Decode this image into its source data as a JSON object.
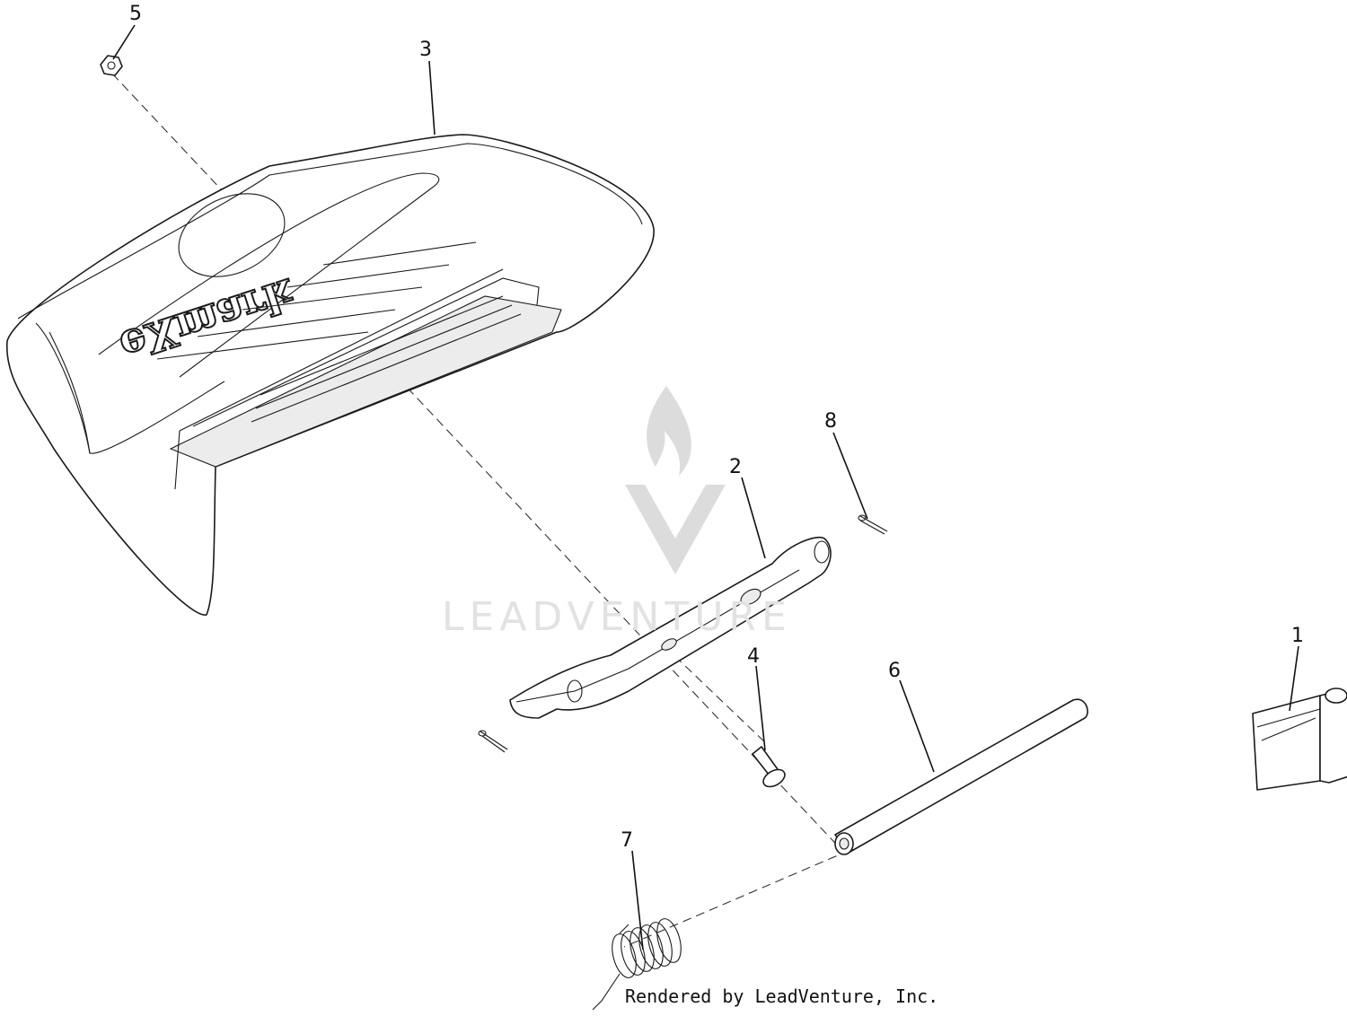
{
  "diagram": {
    "brand_lettering": "eXmark",
    "callouts": [
      {
        "id": "1",
        "label": "1"
      },
      {
        "id": "2",
        "label": "2"
      },
      {
        "id": "3",
        "label": "3"
      },
      {
        "id": "4",
        "label": "4"
      },
      {
        "id": "5",
        "label": "5"
      },
      {
        "id": "6",
        "label": "6"
      },
      {
        "id": "7",
        "label": "7"
      },
      {
        "id": "8",
        "label": "8"
      }
    ]
  },
  "watermark": {
    "text": "LEADVENTURE"
  },
  "footer": {
    "credit": "Rendered by LeadVenture, Inc."
  },
  "colors": {
    "line": "#1a1a1a",
    "watermark": "#dcdcdc"
  }
}
